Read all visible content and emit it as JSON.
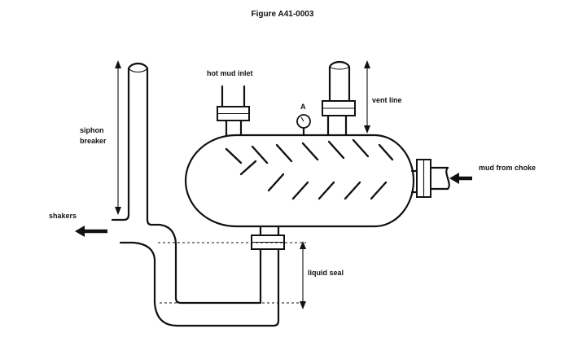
{
  "figure": {
    "title": "Figure A41-0003"
  },
  "labels": {
    "siphon_breaker_line1": "siphon",
    "siphon_breaker_line2": "breaker",
    "hot_mud_inlet": "hot mud inlet",
    "gauge": "A",
    "vent_line": "vent line",
    "mud_from_choke": "mud from choke",
    "shakers": "shakers",
    "liquid_seal": "liquid seal"
  },
  "icons": {
    "flow_in_arrow": "arrow-left-icon",
    "flow_out_arrow": "arrow-left-icon",
    "pressure_gauge": "gauge-icon"
  }
}
